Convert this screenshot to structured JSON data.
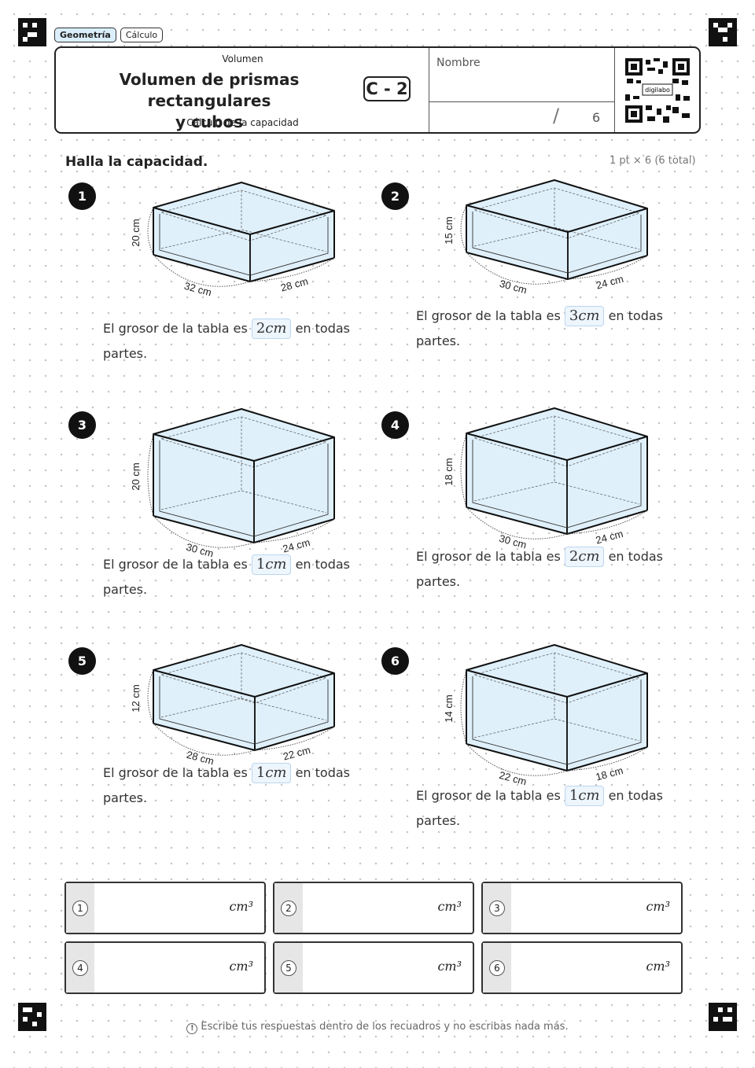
{
  "tags": [
    "Geometría",
    "Cálculo"
  ],
  "header": {
    "subject": "Volumen",
    "title_line1": "Volumen de prismas rectangulares",
    "title_line2": "y cubos",
    "subtitle": "Cálculo de la capacidad",
    "code": "C - 2",
    "name_label": "Nombre",
    "score_slash": "/",
    "score_total": "6",
    "qr_label": "digilabo"
  },
  "instruction": "Halla la capacidad.",
  "points": "1 pt × 6 (6 total)",
  "text_before": "El grosor de la tabla es",
  "text_after": "en todas",
  "text_end": "partes.",
  "problems": [
    {
      "number": "1",
      "h": "20 cm",
      "w": "32 cm",
      "d": "28 cm",
      "t": "2",
      "unit": "cm"
    },
    {
      "number": "2",
      "h": "15 cm",
      "w": "30 cm",
      "d": "24 cm",
      "t": "3",
      "unit": "cm"
    },
    {
      "number": "3",
      "h": "20 cm",
      "w": "30 cm",
      "d": "24 cm",
      "t": "1",
      "unit": "cm"
    },
    {
      "number": "4",
      "h": "18 cm",
      "w": "30 cm",
      "d": "24 cm",
      "t": "2",
      "unit": "cm"
    },
    {
      "number": "5",
      "h": "12 cm",
      "w": "28 cm",
      "d": "22 cm",
      "t": "1",
      "unit": "cm"
    },
    {
      "number": "6",
      "h": "14 cm",
      "w": "22 cm",
      "d": "18 cm",
      "t": "1",
      "unit": "cm"
    }
  ],
  "answers": [
    {
      "number": "1",
      "unit": "cm³"
    },
    {
      "number": "2",
      "unit": "cm³"
    },
    {
      "number": "3",
      "unit": "cm³"
    },
    {
      "number": "4",
      "unit": "cm³"
    },
    {
      "number": "5",
      "unit": "cm³"
    },
    {
      "number": "6",
      "unit": "cm³"
    }
  ],
  "footer": "Escribe tus respuestas dentro de los recuadros y no escribas nada más.",
  "colors": {
    "fill": "#dff0fb",
    "ink": "#222222",
    "box_value": "#edf5fd"
  }
}
